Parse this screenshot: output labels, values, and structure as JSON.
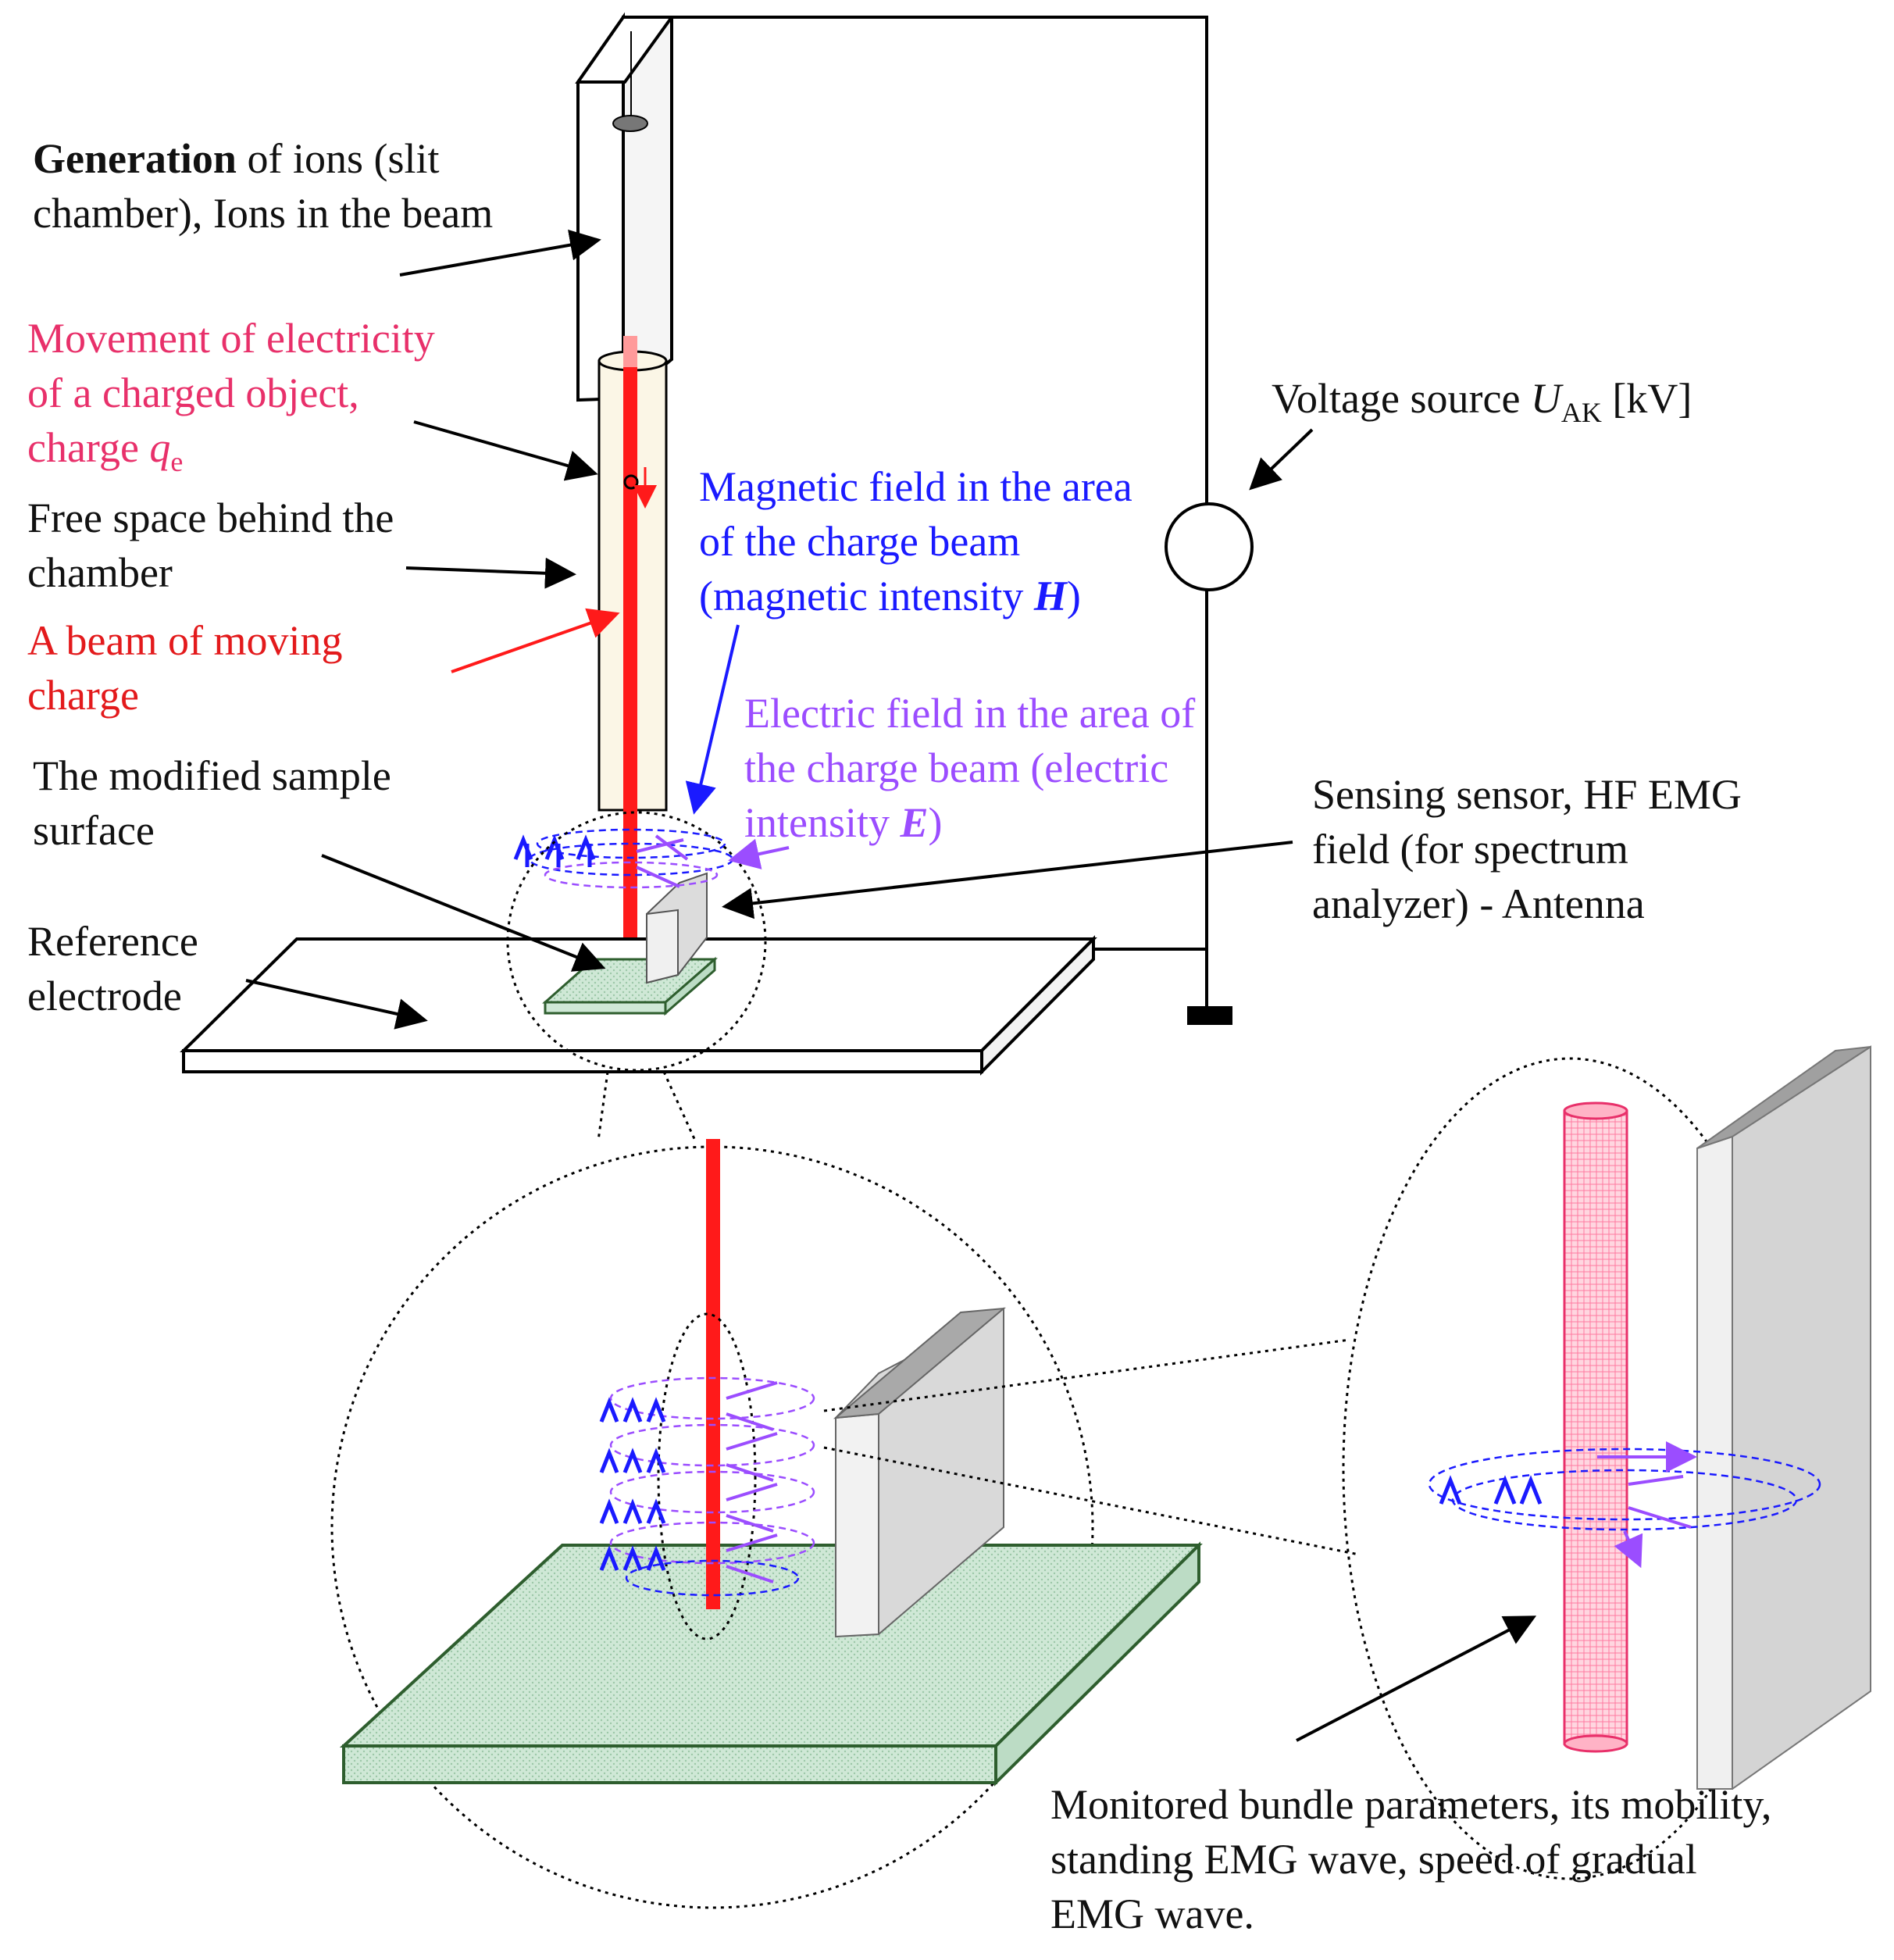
{
  "labels": {
    "generation_bold": "Generation",
    "generation_rest": " of ions (slit\nchamber), Ions in the beam",
    "movement_text": "Movement of electricity\nof a charged object,\ncharge ",
    "movement_symbol": "q",
    "movement_sub": "e",
    "free_space": "Free space behind the\nchamber",
    "beam": "A beam of moving\ncharge",
    "magnetic_text": "Magnetic field in the area\nof the charge beam\n(magnetic intensity ",
    "magnetic_symbol": "H",
    "magnetic_close": ")",
    "electric_text": "Electric field in the area of\nthe charge beam (electric\nintensity ",
    "electric_symbol": "E",
    "electric_close": ")",
    "modified_sample": "The modified sample\nsurface",
    "reference_electrode": "Reference\nelectrode",
    "voltage_text": "Voltage source  ",
    "voltage_symbol": "U",
    "voltage_sub": "AK",
    "voltage_unit": " [kV]",
    "sensor": "Sensing sensor, HF EMG\nfield (for spectrum\nanalyzer) - Antenna",
    "monitored": "Monitored bundle parameters, its mobility,\nstanding EMG wave, speed of gradual\nEMG wave."
  },
  "colors": {
    "beam": "#ff1a1a",
    "magnetic": "#1a1aff",
    "electric": "#9b4dff",
    "sample": "#cfe8d6",
    "sample_edge": "#2e5e2e",
    "antenna": "#cfcfcf",
    "tube": "#fbf6e6"
  }
}
